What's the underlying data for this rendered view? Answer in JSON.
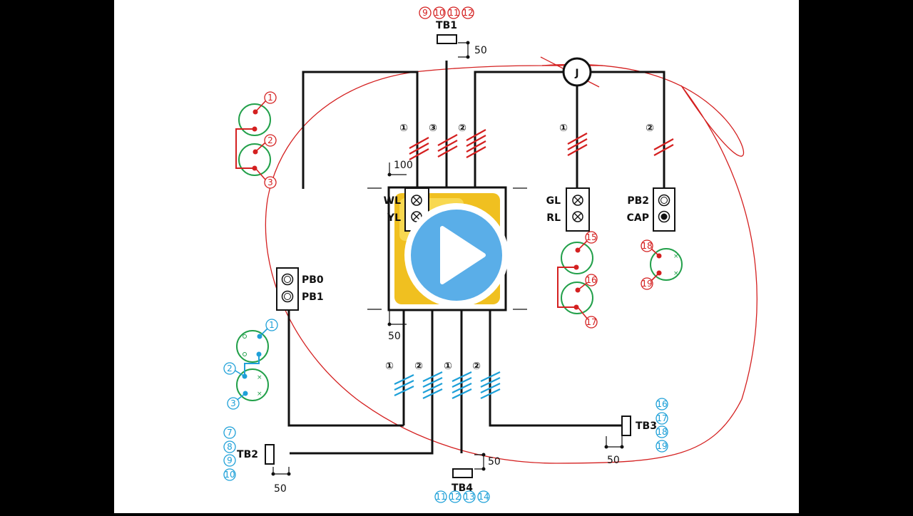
{
  "diagram": {
    "terminal_blocks": {
      "tb1": "TB1",
      "tb2": "TB2",
      "tb3": "TB3",
      "tb4": "TB4"
    },
    "device_labels": {
      "wl": "WL",
      "yl": "YL",
      "gl": "GL",
      "rl": "RL",
      "pb2": "PB2",
      "cap": "CAP",
      "pb0": "PB0",
      "pb1": "PB1",
      "junction": "J"
    },
    "dimensions": {
      "tb1_offset": "50",
      "box_top": "100",
      "box_bottom": "50",
      "tb2_offset": "50",
      "tb3_offset": "50",
      "tb4_offset": "50"
    },
    "cable_core_counts": {
      "top_left": "①",
      "top_mid": "③",
      "top_right": "②",
      "right_a": "①",
      "right_b": "②",
      "bottom_a": "①",
      "bottom_b": "②",
      "bottom_c": "①",
      "bottom_d": "②"
    },
    "red_terminal_numbers": {
      "tb1": [
        "9",
        "10",
        "11",
        "12"
      ],
      "lamp_group_a": [
        "1",
        "2",
        "3"
      ],
      "lamp_group_b": [
        "15",
        "16",
        "17"
      ],
      "lamp_group_c": [
        "18",
        "19"
      ]
    },
    "blue_terminal_numbers": {
      "switch_group": [
        "1",
        "2",
        "3"
      ],
      "tb2": [
        "7",
        "8",
        "9",
        "10"
      ],
      "tb3": [
        "16",
        "17",
        "18",
        "19"
      ],
      "tb4": [
        "11",
        "12",
        "13",
        "14"
      ]
    }
  },
  "video": {
    "play_icon": "play-icon"
  },
  "colors": {
    "annotation_red": "#d42020",
    "annotation_blue": "#1ea0d8",
    "annotation_green": "#22a04a",
    "play_blue": "#5aaee8",
    "thumbnail_yellow": "#f0c020"
  }
}
